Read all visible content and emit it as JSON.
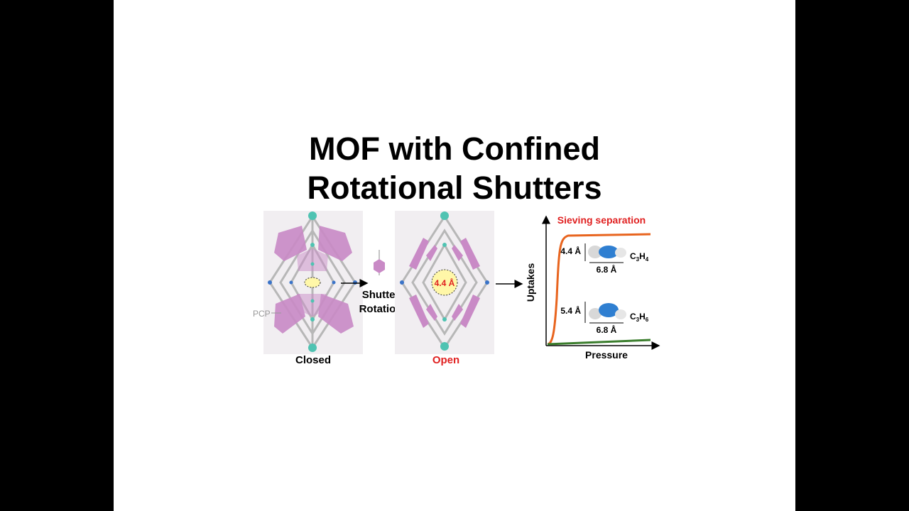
{
  "title": {
    "line1": "MOF with Confined",
    "line2": "Rotational Shutters"
  },
  "panels": {
    "closed": {
      "label": "Closed",
      "pcp_label": "PCP"
    },
    "transition": {
      "line1": "Shutter",
      "line2": "Rotation"
    },
    "open": {
      "label": "Open",
      "aperture": "4.4 Å"
    }
  },
  "chart_data": {
    "type": "line",
    "title": "Sieving separation",
    "xlabel": "Pressure",
    "ylabel": "Uptakes",
    "grid": false,
    "series": [
      {
        "name": "C3H4",
        "shape": "steep-step-to-plateau",
        "color": "#e8641e"
      },
      {
        "name": "C3H6",
        "shape": "flat-near-zero",
        "color": "#3a7d2c"
      }
    ],
    "annotations": [
      {
        "molecule": "C3H4",
        "height": "4.4 Å",
        "width": "6.8 Å"
      },
      {
        "molecule": "C3H6",
        "height": "5.4 Å",
        "width": "6.8 Å"
      }
    ]
  },
  "colors": {
    "accent_red": "#e02020",
    "shutter_purple": "#c98ac6",
    "node_teal": "#4fc3b2",
    "c3h4_curve": "#e8641e",
    "c3h6_curve": "#3a7d2c"
  }
}
